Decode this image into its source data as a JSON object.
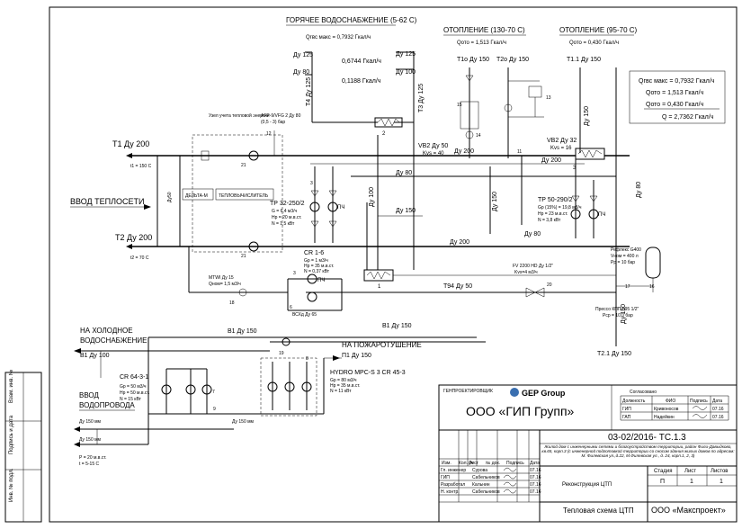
{
  "hot_water": {
    "title": "ГОРЯЧЕЕ ВОДОСНАБЖЕНИЕ (5-62 С)",
    "q_max": "Qгвс макс = 0,7932 Гкал/ч",
    "q1": "0,6744 Гкал/ч",
    "q2": "0,1188 Гкал/ч",
    "du125a": "Ду 125",
    "du80a": "Ду 80",
    "du125b": "Ду 125",
    "du100": "Ду 100",
    "t4": "Т4 Ду 125",
    "t3": "Т3 Ду 125"
  },
  "heating1": {
    "title": "ОТОПЛЕНИЕ (130-70 С)",
    "q": "Qото = 1,513 Гкал/ч",
    "t1o": "Т1о Ду 150",
    "t2o": "Т2о Ду 150"
  },
  "heating2": {
    "title": "ОТОПЛЕНИЕ (95-70 С)",
    "q": "Qото = 0,430 Гкал/ч",
    "t11": "Т1.1 Ду 150",
    "t21": "Т2.1 Ду 150"
  },
  "summary": {
    "line1": "Qгвс макс = 0,7932 Гкал/ч",
    "line2": "Qото = 1,513   Гкал/ч",
    "line3": "Qото = 0,430   Гкал/ч",
    "line4": "Q = 2,7362 Гкал/ч"
  },
  "inlet": {
    "title": "ВВОД ТЕПЛОСЕТИ",
    "t1": "Т1 Ду 200",
    "t1_temp": "t1 = 150 С",
    "t2": "Т2 Ду 200",
    "t2_temp": "t2 = 70 С",
    "meter_node": "Узел учета тепловой энергии",
    "regulator": "AFP-9/VFG 2  Ду 80",
    "regulator_range": "(0,5 - 3) бар",
    "delta": "ДЕЛЬТА-М",
    "calculator": "ТЕПЛОВЫЧИСЛИТЕЛЬ",
    "pos12": "12",
    "pos21a": "21",
    "pos21b": "21"
  },
  "pumps_tp32": {
    "name": "ТР 32-250/2",
    "g": "G = 6,4 м3/ч",
    "hp": "Нр = 20 м.в.ст.",
    "n": "N = 1,5 кВт",
    "pch": "ПЧ",
    "num": "3"
  },
  "pumps_tp50": {
    "name": "ТР 50-290/2",
    "g": "Gр (15%) = 19,8 м3/ч",
    "hp": "Нр = 23 м.в.ст.",
    "n": "N = 3,8 кВт",
    "pch": "ПЧ"
  },
  "pumps_cr16": {
    "name": "CR 1-6",
    "g": "Gр = 1 м3/ч",
    "hp": "Нр = 35 м.в.ст.",
    "n": "N = 0,37 кВт",
    "pch": "ПЧ",
    "bcx": "ВСХд Ду 65",
    "num": "3"
  },
  "mains": {
    "vb2_50": "VB2 Ду 50",
    "kvs40": "Kvs = 40",
    "vb2_32": "VB2 Ду 32",
    "kvs16": "Kvs = 16",
    "du200a": "Ду 200",
    "du200b": "Ду 200",
    "du200c": "Ду 200",
    "du80a": "Ду 80",
    "du80b": "Ду 80",
    "du80c": "Ду 80",
    "du100": "Ду 100",
    "du150a": "Ду 150",
    "du150b": "Ду 150",
    "du150c": "Ду 150",
    "t94": "Т94 Ду 50",
    "fv": "FV 2200 HD Ду 1/2\"",
    "fv_kvs": "Kvs=4 м3/ч",
    "mtw": "MTWI Ду 15",
    "mtw_q": "Qном= 1,5 м3/ч",
    "reflex": "Рефлекс G400",
    "reflex_v": "Vном = 400 л",
    "reflex_p": "Рр = 10 бар",
    "pressure_valve": "Прессо КПП 095 1/2\"",
    "pressure_p": "Рср = 10,0 бар",
    "hx1": "1",
    "hx2": "2",
    "hx3": "3",
    "pos6": "6",
    "pos15": "15",
    "pos16": "16",
    "pos17": "17",
    "pos18": "18",
    "pos19": "19",
    "pos11": "11",
    "pos20": "20",
    "pos13": "13",
    "pos14": "14",
    "pos8": "8"
  },
  "cold": {
    "title1": "НА ХОЛОДНОЕ",
    "title2": "ВОДОСНАБЖЕНИЕ",
    "b1_100": "В1 Ду 100",
    "b1_150a": "В1 Ду 150",
    "b1_150b": "В1 Ду 150",
    "fire_title": "НА ПОЖАРОТУШЕНИЕ",
    "fire_line": "П1 Ду 150",
    "hydro": "HYDRO MPC-S 3 CR 45-3",
    "hydro_g": "Gр = 80 м3/ч",
    "hydro_h": "Нр = 35 м.в.ст.",
    "hydro_n": "N = 11 кВт",
    "cr64": "CR 64-3-1",
    "cr64_g": "Gр = 50 м3/ч",
    "cr64_h": "Нр = 50 м.в.ст.",
    "cr64_n": "N = 15 кВт",
    "inlet1": "ВВОД",
    "inlet2": "ВОДОПРОВОДА",
    "du150a": "Ду 150 мм",
    "du150b": "Ду 150 мм",
    "du150c": "Ду 150 мм",
    "p": "Р = 20 м.в.ст.",
    "t": "t = 5-15 С",
    "pos7": "7",
    "pos9": "9"
  },
  "title_block": {
    "company_top": "ГЕНПРОЕКТИРОВЩИК",
    "logo": "GEP Group",
    "company": "ООО «ГИП Групп»",
    "agreed": "Согласовано",
    "agreed_cols": [
      "Должность",
      "ФИО",
      "Подпись",
      "Дата"
    ],
    "agreed_rows": [
      [
        "ГИП",
        "Кривоносов",
        "",
        "07.16"
      ],
      [
        "ГАП",
        "Надейкин",
        "",
        "07.16"
      ]
    ],
    "code": "03-02/2016- ТС.1.3",
    "desc": "Жилой дом с инженерными сетями и благоустройством территории, район Фили-Давыдково, кв.65, корп.3 (с инженерной подготовкой территории со сносом здания жилых домов по адресам: М. Филевская ул.,д.22, М.Филевская ул., д. 24, корп.1, 2, 3)",
    "rev_cols": [
      "Изм.",
      "Кол. уч",
      "Лист",
      "№ док.",
      "Подпись",
      "Дата"
    ],
    "staff": [
      [
        "Гл. инженер",
        "Сурова",
        "07.16"
      ],
      [
        "ГИП",
        "Сабельников",
        "07.16"
      ],
      [
        "Разработал",
        "Кальнин",
        "07.16"
      ],
      [
        "Н. контр.",
        "Сабельников",
        "07.16"
      ]
    ],
    "stage_label": "Стадия",
    "sheet_label": "Лист",
    "sheets_label": "Листов",
    "stage": "П",
    "sheet": "1",
    "sheets": "1",
    "section": "Реконструкция ЦТП",
    "drawing": "Тепловая схема ЦТП",
    "maker": "ООО «Макспроект»"
  },
  "side_stamp": [
    "Взам. инв. №",
    "Подпись и дата",
    "Инв. № подл."
  ]
}
